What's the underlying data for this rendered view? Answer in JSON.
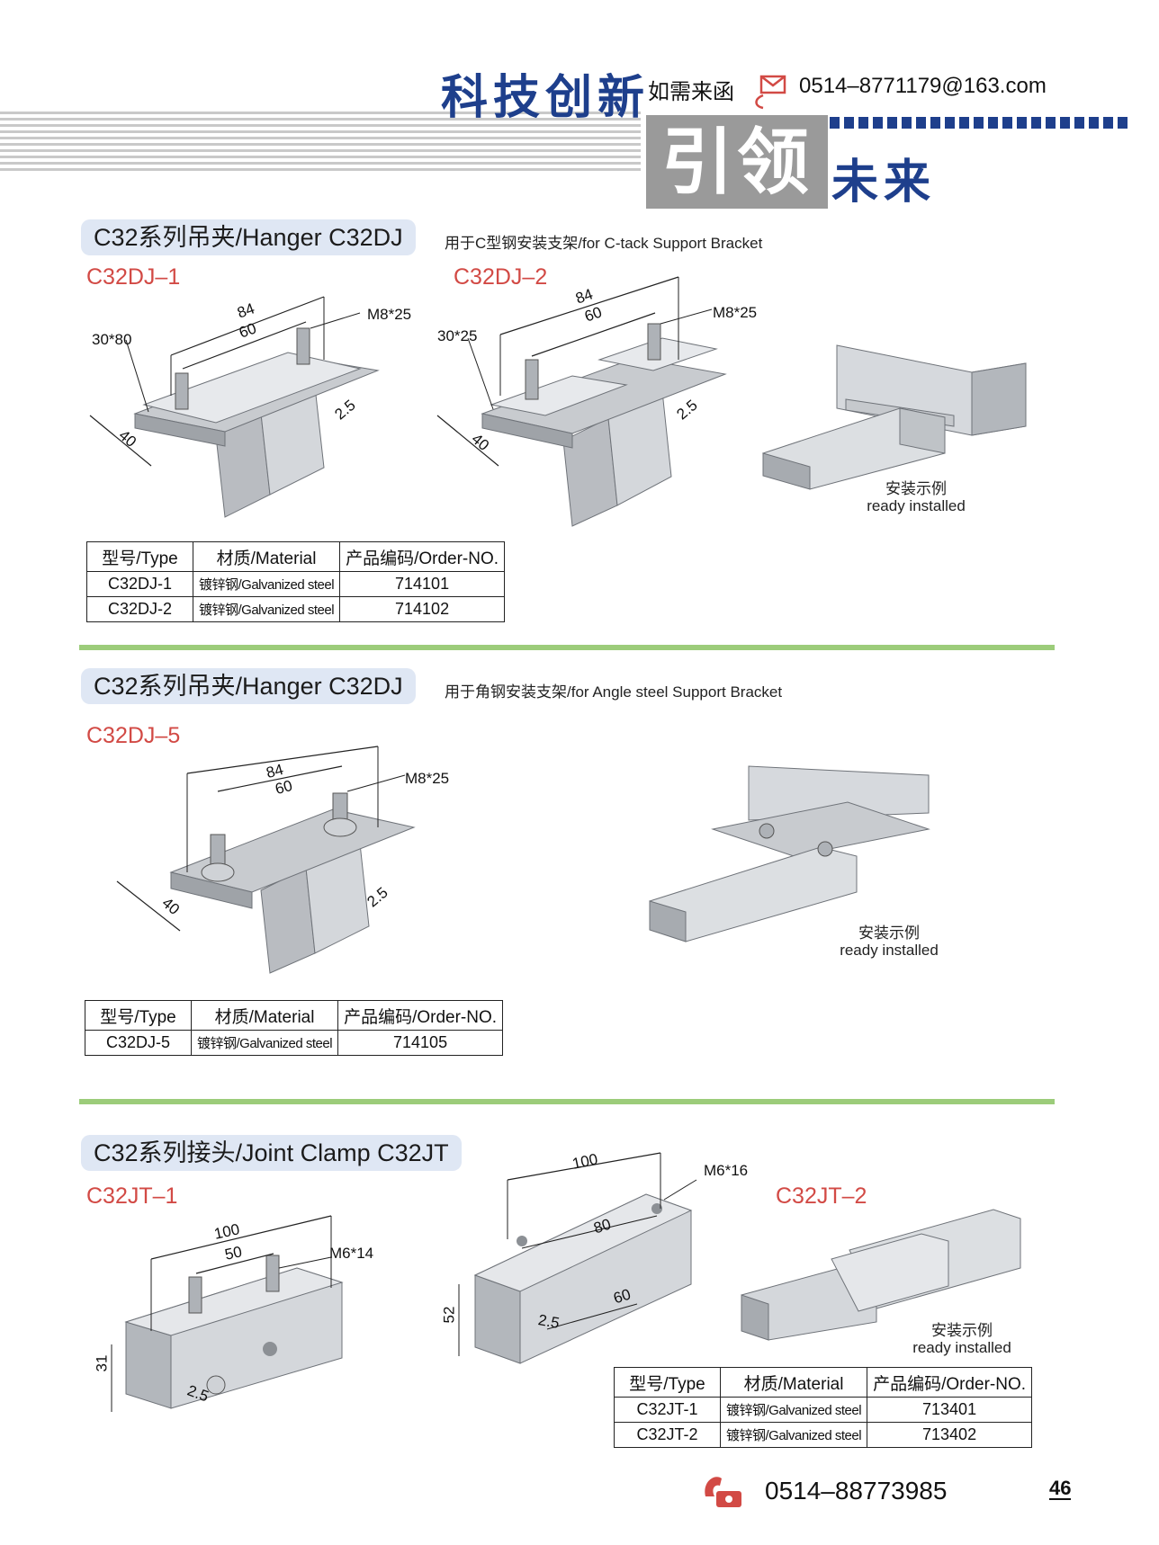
{
  "header": {
    "slogan_top": "科技创新",
    "contact_prefix": "如需来函",
    "email": "0514–8771179@163.com",
    "slogan_box": "引领",
    "slogan_rest": "未来",
    "icons": {
      "mail": "envelope-icon"
    },
    "colors": {
      "navy": "#1e3f8c",
      "gray_box": "#9a9a9a",
      "accent_red": "#d24a45",
      "divider_green": "#9ccc7a"
    }
  },
  "section1": {
    "title": "C32系列吊夹/Hanger C32DJ",
    "subtitle": "用于C型钢安装支架/for C-tack Support Bracket",
    "models": [
      "C32DJ–1",
      "C32DJ–2"
    ],
    "dims_1": {
      "a": "84",
      "b": "60",
      "bolt": "M8*25",
      "plate": "30*80",
      "w": "40",
      "t": "2.5"
    },
    "dims_2": {
      "a": "84",
      "b": "60",
      "bolt": "M8*25",
      "plate": "30*25",
      "w": "40",
      "t": "2.5"
    },
    "installed_cn": "安装示例",
    "installed_en": "ready installed",
    "table": {
      "headers": [
        "型号/Type",
        "材质/Material",
        "产品编码/Order-NO."
      ],
      "rows": [
        [
          "C32DJ-1",
          "镀锌钢/Galvanized steel",
          "714101"
        ],
        [
          "C32DJ-2",
          "镀锌钢/Galvanized steel",
          "714102"
        ]
      ]
    }
  },
  "section2": {
    "title": "C32系列吊夹/Hanger C32DJ",
    "subtitle": "用于角钢安装支架/for Angle steel Support Bracket",
    "model": "C32DJ–5",
    "dims": {
      "a": "84",
      "b": "60",
      "bolt": "M8*25",
      "w": "40",
      "t": "2.5"
    },
    "installed_cn": "安装示例",
    "installed_en": "ready installed",
    "table": {
      "headers": [
        "型号/Type",
        "材质/Material",
        "产品编码/Order-NO."
      ],
      "rows": [
        [
          "C32DJ-5",
          "镀锌钢/Galvanized steel",
          "714105"
        ]
      ]
    }
  },
  "section3": {
    "title": "C32系列接头/Joint Clamp C32JT",
    "models": [
      "C32JT–1",
      "C32JT–2"
    ],
    "dims_1": {
      "a": "100",
      "b": "50",
      "bolt": "M6*14",
      "h": "31",
      "t": "2.5"
    },
    "dims_2": {
      "a": "100",
      "b": "80",
      "c": "60",
      "bolt": "M6*16",
      "h": "52",
      "t": "2.5"
    },
    "installed_cn": "安装示例",
    "installed_en": "ready installed",
    "table": {
      "headers": [
        "型号/Type",
        "材质/Material",
        "产品编码/Order-NO."
      ],
      "rows": [
        [
          "C32JT-1",
          "镀锌钢/Galvanized steel",
          "713401"
        ],
        [
          "C32JT-2",
          "镀锌钢/Galvanized steel",
          "713402"
        ]
      ]
    }
  },
  "footer": {
    "phone": "0514–88773985",
    "page_number": "46",
    "icons": {
      "phone": "telephone-icon"
    }
  }
}
